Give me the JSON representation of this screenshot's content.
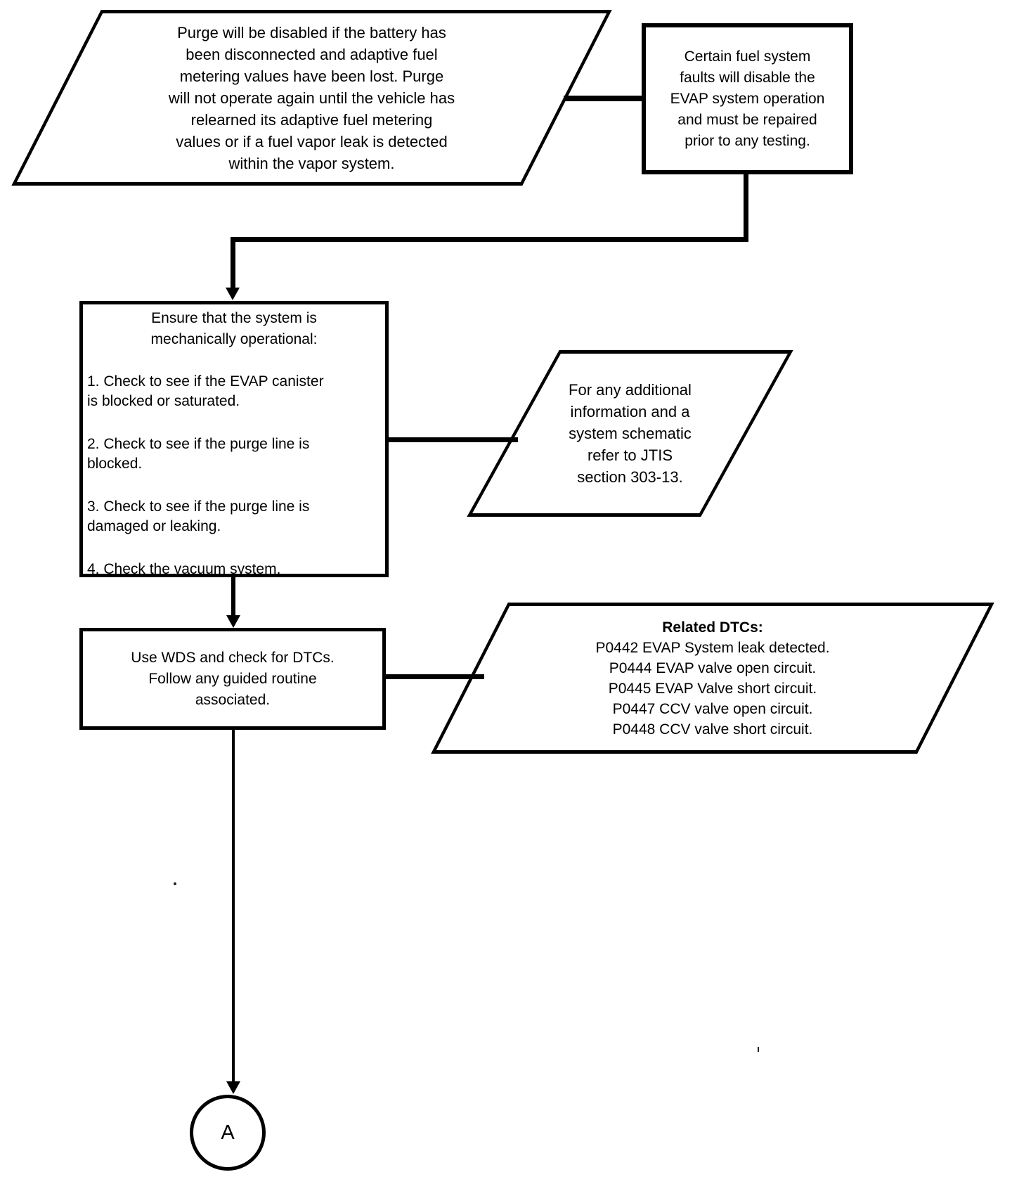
{
  "flowchart": {
    "purge_note": {
      "text": "Purge will be disabled if the battery has\nbeen disconnected and adaptive fuel\nmetering values have been lost. Purge\nwill not operate again until the vehicle has\nrelearned its adaptive fuel metering\nvalues or if a fuel vapor leak is detected\nwithin the vapor system."
    },
    "fuel_faults_note": {
      "text": "Certain fuel system\nfaults will disable the\nEVAP system operation\nand must be repaired\nprior to any testing."
    },
    "ensure_box": {
      "heading": "Ensure that the system is\nmechanically operational:",
      "items": [
        "1. Check to see if the EVAP canister\nis blocked or saturated.",
        "2. Check to see if the purge line is\nblocked.",
        "3. Check to see if the purge line is\ndamaged or leaking.",
        "4. Check the vacuum system."
      ]
    },
    "jtis_note": {
      "text": "For any additional\ninformation and a\nsystem schematic\nrefer to JTIS\nsection 303-13."
    },
    "wds_box": {
      "text": "Use WDS and check for DTCs.\nFollow any guided routine\nassociated."
    },
    "dtc_note": {
      "heading": "Related DTCs:",
      "text": "P0442 EVAP System leak detected.\nP0444 EVAP valve open circuit.\nP0445 EVAP Valve short circuit.\nP0447 CCV valve open circuit.\nP0448 CCV valve short circuit."
    },
    "offpage_connector": {
      "label": "A"
    },
    "colors": {
      "ink": "#000000",
      "background": "#ffffff"
    }
  }
}
